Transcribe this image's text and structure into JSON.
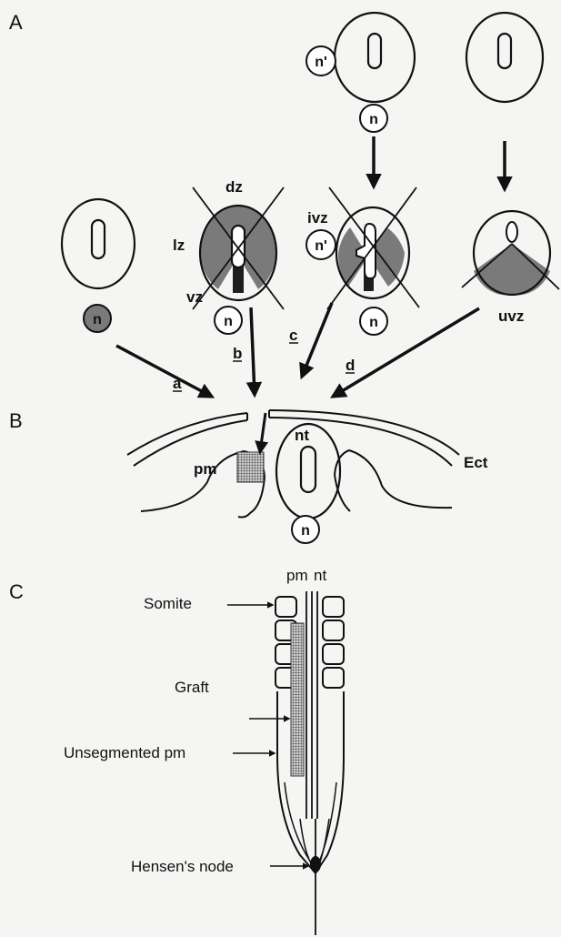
{
  "panels": {
    "a": "A",
    "b": "B",
    "c": "C"
  },
  "panel_a": {
    "zones": {
      "dz": "dz",
      "lz": "lz",
      "vz": "vz",
      "ivz": "ivz",
      "uvz": "uvz"
    },
    "notochord": "n",
    "notochord_prime": "n'",
    "arrow_labels": {
      "a": "a",
      "b": "b",
      "c": "c",
      "d": "d"
    }
  },
  "panel_b": {
    "pm": "pm",
    "nt": "nt",
    "ect": "Ect",
    "n": "n"
  },
  "panel_c": {
    "pm": "pm",
    "nt": "nt",
    "somite": "Somite",
    "graft": "Graft",
    "unsegmented_pm": "Unsegmented pm",
    "hensens_node": "Hensen's node"
  },
  "colors": {
    "ink": "#111111",
    "grey_fill": "#7a7a7a",
    "dark_fill": "#1e1e1e",
    "paper": "#f5f5f4"
  }
}
